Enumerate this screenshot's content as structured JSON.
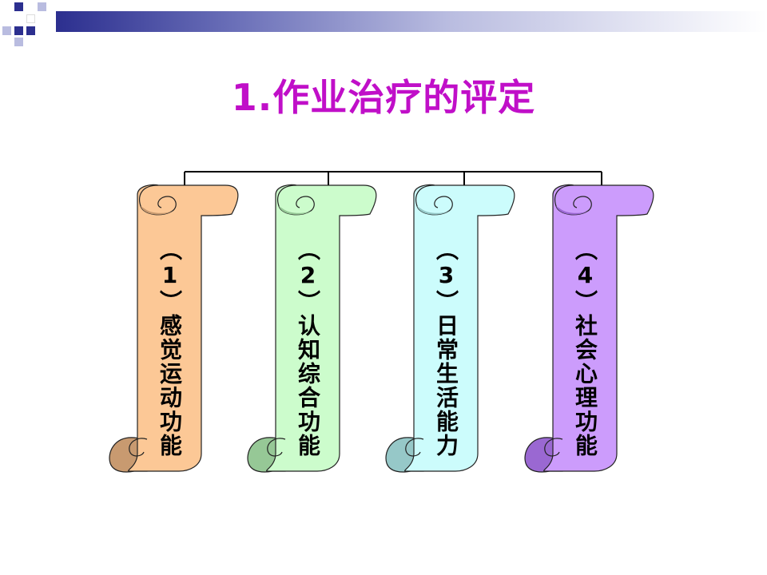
{
  "title": "1.作业治疗的评定",
  "colors": {
    "title": "#c00fc8",
    "band_dark": "#2c2f8f"
  },
  "items": [
    {
      "label": "（1）感觉运动功能",
      "fill": "#fcc896",
      "curl": "#c89a70"
    },
    {
      "label": "（2）认知综合功能",
      "fill": "#ccfccc",
      "curl": "#96c896"
    },
    {
      "label": "（3）日常生活能力",
      "fill": "#ccfcfc",
      "curl": "#96c8c8"
    },
    {
      "label": "（4）社会心理功能",
      "fill": "#cc9cfc",
      "curl": "#9a68d2"
    }
  ]
}
